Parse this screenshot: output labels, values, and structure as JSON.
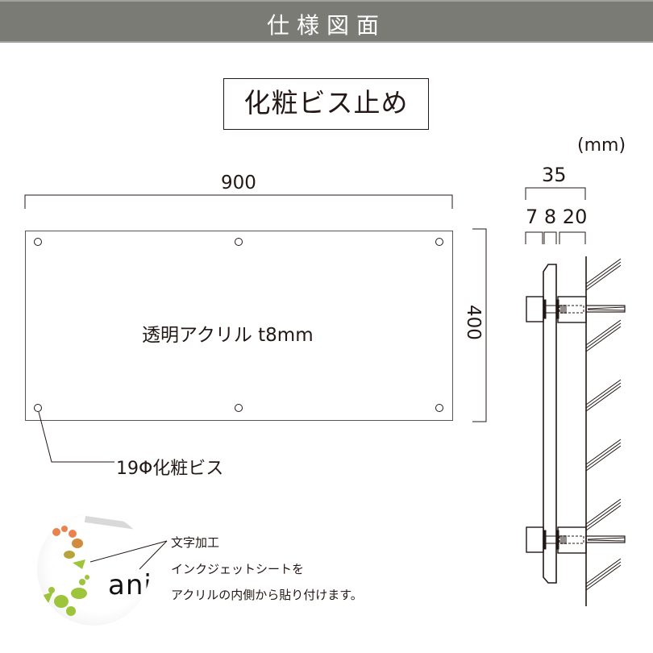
{
  "header": {
    "title": "仕様図面"
  },
  "mounting_method": {
    "label": "化粧ビス止め"
  },
  "unit_label": "(mm)",
  "front_view": {
    "width_dim": "900",
    "height_dim": "400",
    "material": "透明アクリル t8mm",
    "screw_callout": "19Φ化粧ビス",
    "screw_holes": 6
  },
  "side_view": {
    "total_depth": "35",
    "sub_depths": [
      "7",
      "8",
      "20"
    ],
    "sub_depths_label": "7 8 20"
  },
  "print_note": {
    "title": "文字加工",
    "line1": "インクジェットシートを",
    "line2": "アクリルの内側から貼り付けます。",
    "sample_text": "ani"
  },
  "colors": {
    "header_bg": "#7b7b76",
    "header_text": "#ffffff",
    "line": "#231815",
    "sample_orange": "#e8834e",
    "sample_green": "#9dc43a"
  }
}
